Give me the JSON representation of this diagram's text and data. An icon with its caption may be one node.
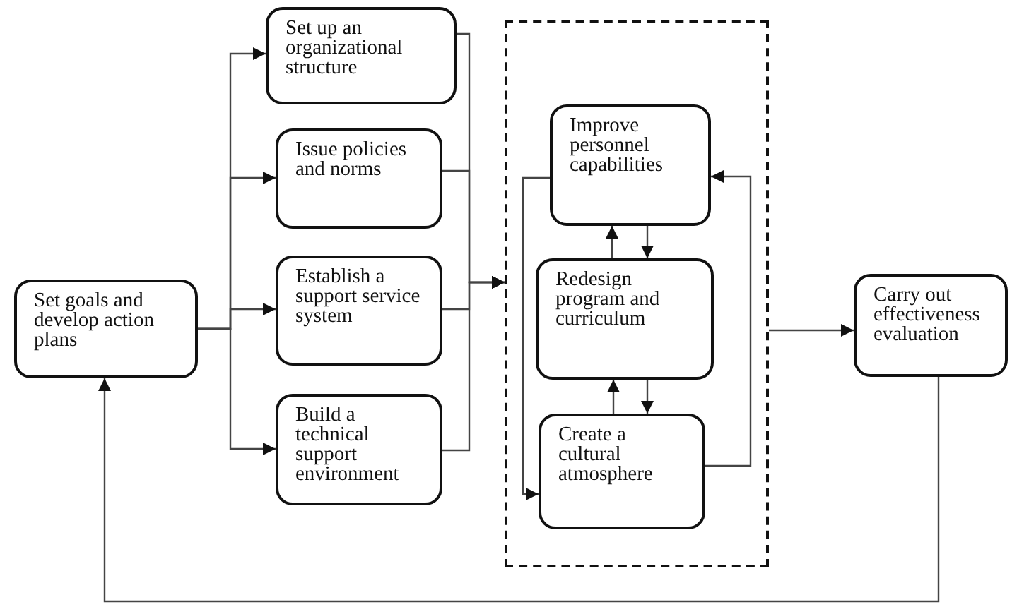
{
  "diagram": {
    "nodes": [
      {
        "text": [
          "Set goals and develop action plans"
        ]
      },
      {
        "text": [
          "Set up an organizational structure"
        ]
      },
      {
        "text": [
          "Issue policies and norms"
        ]
      },
      {
        "text": [
          "Establish a support service system"
        ]
      },
      {
        "text": [
          "Build a technical support environment"
        ]
      },
      {
        "text": [],
        "shape": "box"
      },
      {
        "text": [
          "Improve personnel capabilities"
        ],
        "in": 5
      },
      {
        "text": [
          "Redesign program and curriculum"
        ],
        "in": 5
      },
      {
        "text": [
          "Create a cultural atmosphere"
        ],
        "in": 5
      },
      {
        "text": [
          "Carry out effectiveness evaluation"
        ]
      }
    ],
    "edges": [
      {
        "from": 0,
        "to": 1,
        "arrow": "to"
      },
      {
        "from": 0,
        "to": 2,
        "arrow": "to"
      },
      {
        "from": 0,
        "to": 3,
        "arrow": "to"
      },
      {
        "from": 0,
        "to": 4,
        "arrow": "to"
      },
      {
        "from": 1,
        "to": 5,
        "arrow": "to"
      },
      {
        "from": 2,
        "to": 5,
        "arrow": "to"
      },
      {
        "from": 3,
        "to": 5,
        "arrow": "to"
      },
      {
        "from": 4,
        "to": 5,
        "arrow": "to"
      },
      {
        "from": 5,
        "to": 9,
        "arrow": "to"
      },
      {
        "from": 9,
        "to": 0,
        "arrow": "to"
      },
      {
        "from": 7,
        "to": 6,
        "arrow": "to"
      },
      {
        "from": 6,
        "to": 7,
        "arrow": "to"
      },
      {
        "from": 8,
        "to": 7,
        "arrow": "to"
      },
      {
        "from": 7,
        "to": 8,
        "arrow": "to"
      },
      {
        "from": 6,
        "to": 8,
        "arrow": "to"
      },
      {
        "from": 8,
        "to": 6,
        "arrow": "to"
      }
    ]
  }
}
